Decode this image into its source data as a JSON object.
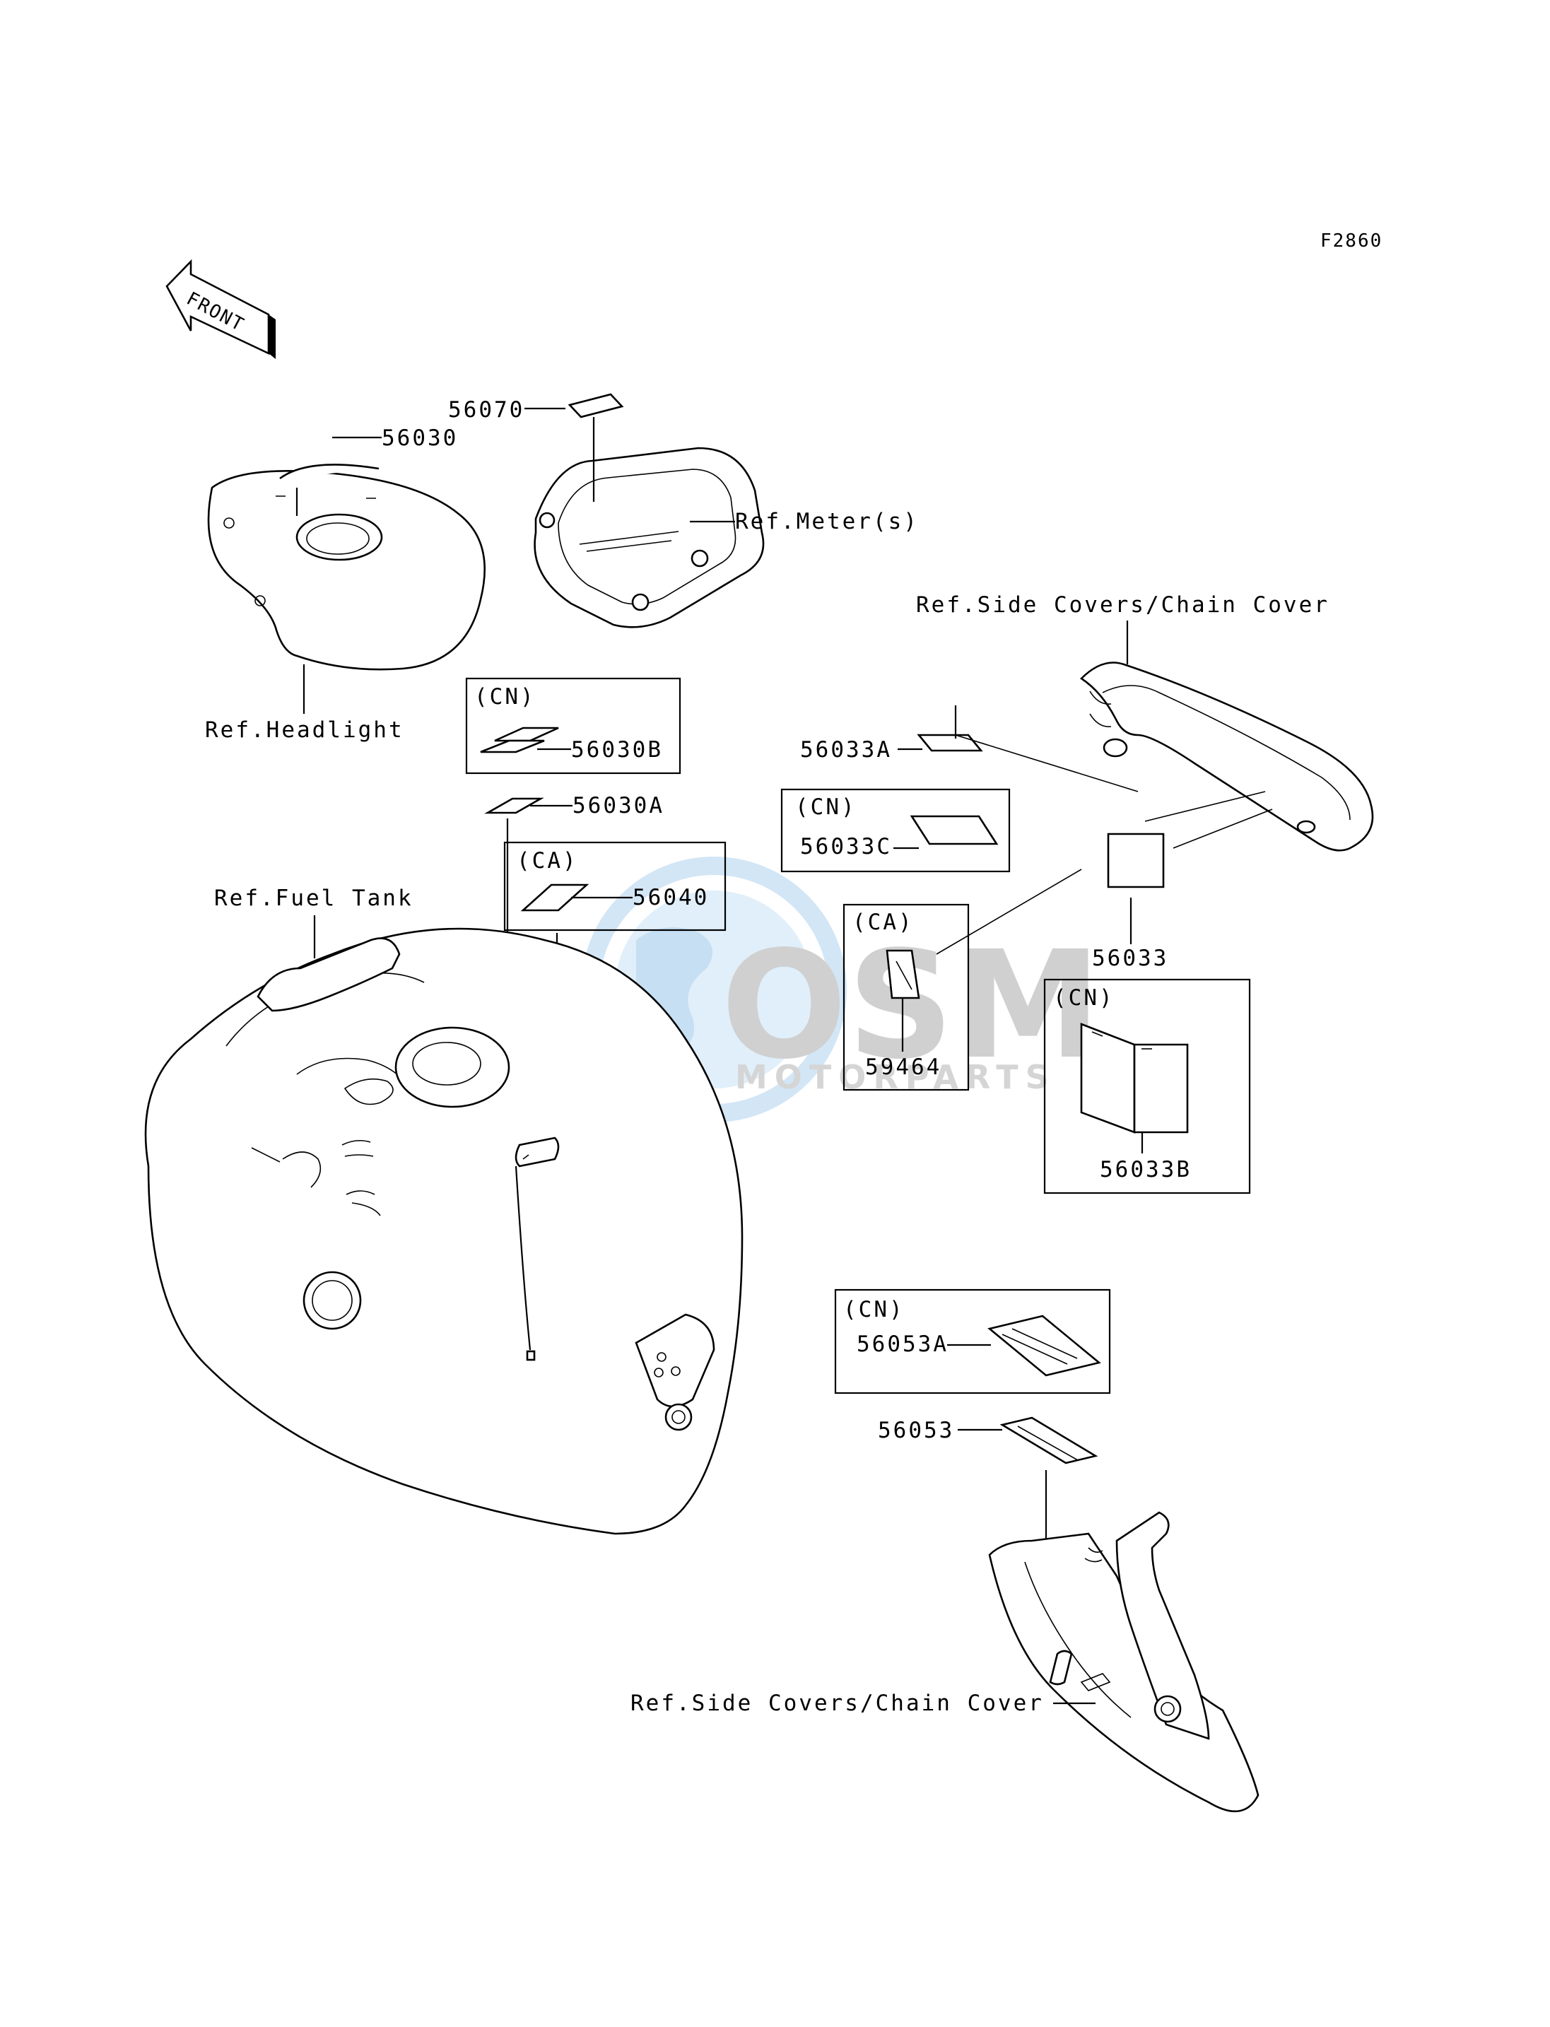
{
  "figure_code": "F2860",
  "front_arrow": "FRONT",
  "watermark": {
    "logo": "OSM",
    "tagline": "MOTORPARTS"
  },
  "labels": {
    "p56070": "56070",
    "p56030": "56030",
    "ref_meter": "Ref.Meter(s)",
    "ref_headlight": "Ref.Headlight",
    "ref_side_covers_top": "Ref.Side Covers/Chain Cover",
    "cn_box1": "(CN)",
    "p56030B": "56030B",
    "p56030A": "56030A",
    "ca_box1": "(CA)",
    "p56040": "56040",
    "ref_fuel_tank": "Ref.Fuel Tank",
    "p56033A": "56033A",
    "cn_box2": "(CN)",
    "p56033C": "56033C",
    "ca_box2": "(CA)",
    "p59464": "59464",
    "p56033": "56033",
    "cn_box3": "(CN)",
    "p56033B": "56033B",
    "cn_box4": "(CN)",
    "p56053A": "56053A",
    "p56053": "56053",
    "ref_side_covers_bottom": "Ref.Side Covers/Chain Cover"
  }
}
